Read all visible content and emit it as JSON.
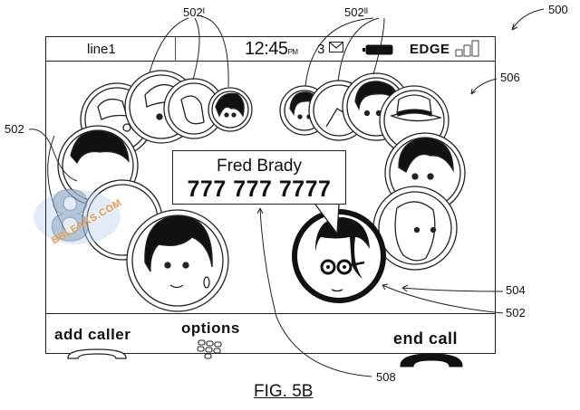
{
  "figure": {
    "label": "FIG. 5B",
    "refs": {
      "device": "500",
      "avatar_group_left": "502ᴵ",
      "avatar_group_right": "502ᴵᴵ",
      "avatar_left": "502",
      "avatar_selected": "502",
      "selection_ring": "504",
      "screen_area": "506",
      "caller_info": "508"
    }
  },
  "status_bar": {
    "line": "line1",
    "time": "12:45",
    "time_suffix": "PM",
    "message_count": "3",
    "network": "EDGE",
    "battery_level": 1.0,
    "signal_bars_filled": 0,
    "signal_bars_total": 3
  },
  "caller": {
    "name": "Fred Brady",
    "number": "777 777 7777"
  },
  "softkeys": {
    "left": "add caller",
    "center": "options",
    "right": "end call"
  },
  "watermark": {
    "text": "BBLEAKS.COM",
    "color": "#e8a050"
  },
  "avatars": [
    {
      "id": "left-top-1",
      "desc": "hat-glasses"
    },
    {
      "id": "left-top-2",
      "desc": "cap"
    },
    {
      "id": "left-top-3",
      "desc": "profile"
    },
    {
      "id": "left-top-4",
      "desc": "dark-hair"
    },
    {
      "id": "left-mid",
      "desc": "dark-hair-man"
    },
    {
      "id": "left-low",
      "desc": "partial"
    },
    {
      "id": "left-front",
      "desc": "woman-earrings"
    },
    {
      "id": "right-top-1",
      "desc": "curly-hair"
    },
    {
      "id": "right-top-2",
      "desc": "profile"
    },
    {
      "id": "right-top-3",
      "desc": "curly-man"
    },
    {
      "id": "right-top-4",
      "desc": "fedora"
    },
    {
      "id": "right-mid",
      "desc": "dark-hair-man"
    },
    {
      "id": "right-low",
      "desc": "blond"
    },
    {
      "id": "selected",
      "desc": "glasses-man"
    }
  ]
}
